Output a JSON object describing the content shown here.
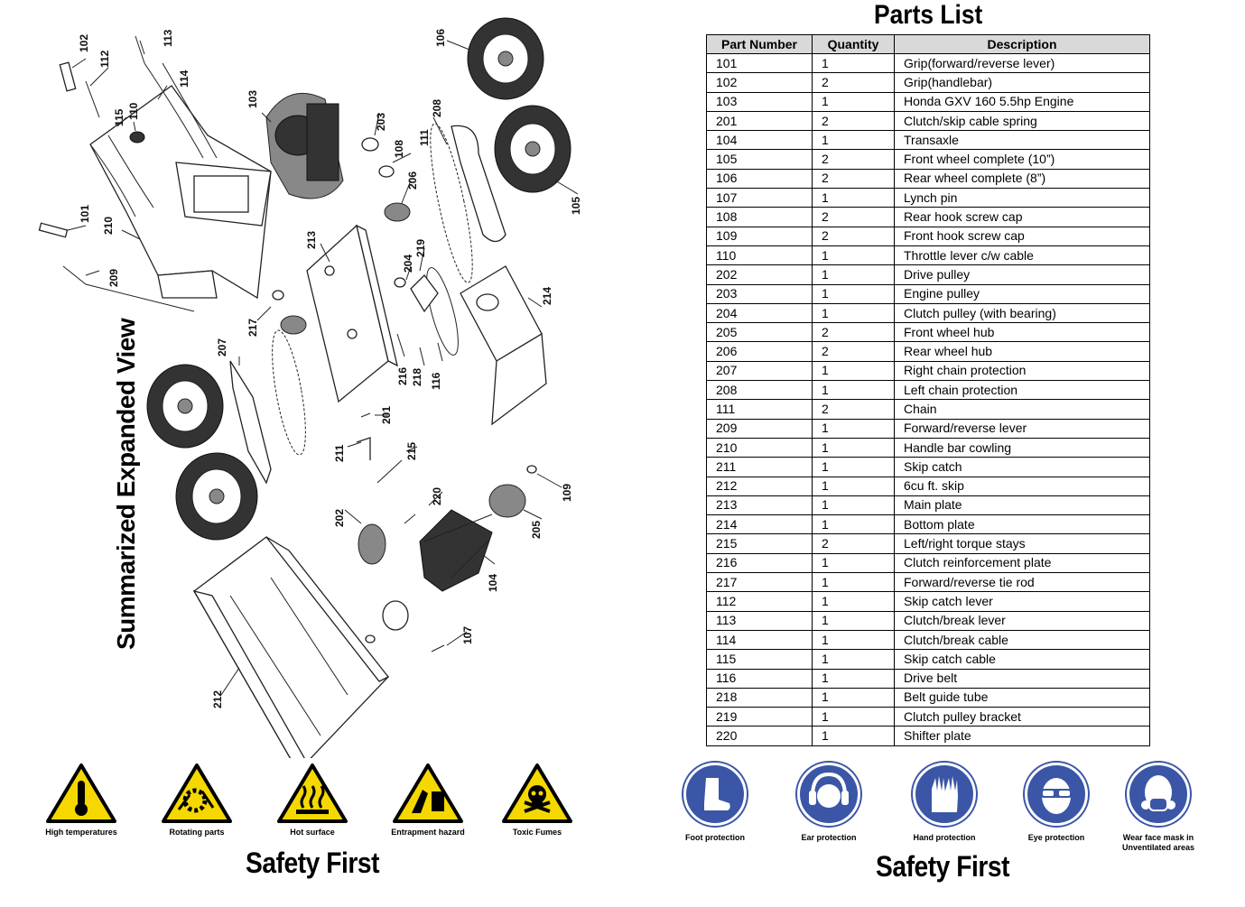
{
  "left_panel": {
    "vertical_title": "Summarized Expanded View",
    "callouts": [
      "102",
      "112",
      "113",
      "114",
      "115",
      "110",
      "101",
      "210",
      "209",
      "103",
      "203",
      "108",
      "206",
      "111",
      "208",
      "106",
      "105",
      "213",
      "219",
      "204",
      "214",
      "217",
      "216",
      "218",
      "116",
      "207",
      "201",
      "211",
      "215",
      "220",
      "109",
      "205",
      "202",
      "104",
      "107",
      "212"
    ],
    "hazards": [
      {
        "label": "High temperatures",
        "icon": "high-temperature-icon"
      },
      {
        "label": "Rotating parts",
        "icon": "rotating-parts-icon"
      },
      {
        "label": "Hot surface",
        "icon": "hot-surface-icon"
      },
      {
        "label": "Entrapment hazard",
        "icon": "entrapment-hazard-icon"
      },
      {
        "label": "Toxic Fumes",
        "icon": "toxic-fumes-icon"
      }
    ],
    "safety_title": "Safety First"
  },
  "right_panel": {
    "title": "Parts List",
    "table": {
      "headers": [
        "Part Number",
        "Quantity",
        "Description"
      ],
      "rows": [
        [
          "101",
          "1",
          "Grip(forward/reverse lever)"
        ],
        [
          "102",
          "2",
          "Grip(handlebar)"
        ],
        [
          "103",
          "1",
          "Honda GXV 160 5.5hp Engine"
        ],
        [
          "201",
          "2",
          "Clutch/skip cable spring"
        ],
        [
          "104",
          "1",
          "Transaxle"
        ],
        [
          "105",
          "2",
          "Front wheel complete (10”)"
        ],
        [
          "106",
          "2",
          "Rear wheel complete (8”)"
        ],
        [
          "107",
          "1",
          "Lynch pin"
        ],
        [
          "108",
          "2",
          "Rear hook screw cap"
        ],
        [
          "109",
          "2",
          "Front hook screw cap"
        ],
        [
          "110",
          "1",
          "Throttle lever c/w cable"
        ],
        [
          "202",
          "1",
          "Drive pulley"
        ],
        [
          "203",
          "1",
          "Engine pulley"
        ],
        [
          "204",
          "1",
          "Clutch pulley (with bearing)"
        ],
        [
          "205",
          "2",
          "Front wheel hub"
        ],
        [
          "206",
          "2",
          "Rear wheel hub"
        ],
        [
          "207",
          "1",
          "Right chain protection"
        ],
        [
          "208",
          "1",
          "Left chain protection"
        ],
        [
          "111",
          "2",
          "Chain"
        ],
        [
          "209",
          "1",
          "Forward/reverse lever"
        ],
        [
          "210",
          "1",
          "Handle bar cowling"
        ],
        [
          "211",
          "1",
          "Skip catch"
        ],
        [
          "212",
          "1",
          "6cu ft. skip"
        ],
        [
          "213",
          "1",
          "Main plate"
        ],
        [
          "214",
          "1",
          "Bottom plate"
        ],
        [
          "215",
          "2",
          "Left/right torque stays"
        ],
        [
          "216",
          "1",
          "Clutch reinforcement plate"
        ],
        [
          "217",
          "1",
          "Forward/reverse tie rod"
        ],
        [
          "112",
          "1",
          "Skip catch lever"
        ],
        [
          "113",
          "1",
          "Clutch/break lever"
        ],
        [
          "114",
          "1",
          "Clutch/break cable"
        ],
        [
          "115",
          "1",
          "Skip catch cable"
        ],
        [
          "116",
          "1",
          "Drive belt"
        ],
        [
          "218",
          "1",
          "Belt guide tube"
        ],
        [
          "219",
          "1",
          "Clutch pulley bracket"
        ],
        [
          "220",
          "1",
          "Shifter plate"
        ]
      ]
    },
    "ppe": [
      {
        "label": "Foot protection",
        "icon": "boot-icon"
      },
      {
        "label": "Ear protection",
        "icon": "ear-defenders-icon"
      },
      {
        "label": "Hand protection",
        "icon": "gloves-icon"
      },
      {
        "label": "Eye protection",
        "icon": "goggles-icon"
      },
      {
        "label": "Wear face mask in Unventilated areas",
        "icon": "respirator-icon"
      }
    ],
    "safety_title": "Safety First"
  },
  "colors": {
    "hazard_yellow": "#f5d800",
    "ppe_blue": "#3b56a6",
    "table_header": "#d9d9d9"
  }
}
